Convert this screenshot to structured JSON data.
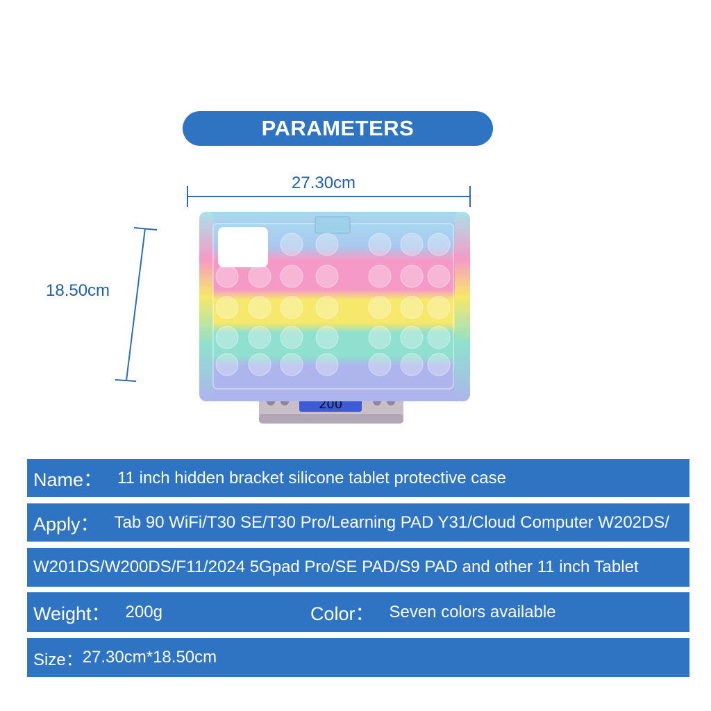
{
  "header": {
    "title": "PARAMETERS"
  },
  "dimensions": {
    "width_label": "27.30cm",
    "height_label": "18.50cm"
  },
  "scale": {
    "display_value": "200"
  },
  "specs": {
    "name_label": "Name：",
    "name_value": "11 inch hidden bracket silicone tablet protective case",
    "apply_label": "Apply：",
    "apply_value_line1": "Tab 90 WiFi/T30 SE/T30 Pro/Learning PAD Y31/Cloud Computer W202DS/",
    "apply_value_line2": "W201DS/W200DS/F11/2024 5Gpad Pro/SE PAD/S9 PAD and other 11 inch Tablet",
    "weight_label": "Weight：",
    "weight_value": "200g",
    "color_label": "Color：",
    "color_value": "Seven colors available",
    "size_label": "Size：",
    "size_value": "27.30cm*18.50cm"
  },
  "colors": {
    "accent_blue": "#2f73c3",
    "dimension_line": "#2d6bb4",
    "stripe_lavender": "#aeb4ec",
    "stripe_pink": "#f59ac6",
    "stripe_yellow": "#f6e86a",
    "stripe_mint": "#8fe0cf",
    "stripe_blue": "#a9c4f0",
    "scale_body": "#c9bfc8",
    "scale_screen": "#3d5bd6"
  }
}
